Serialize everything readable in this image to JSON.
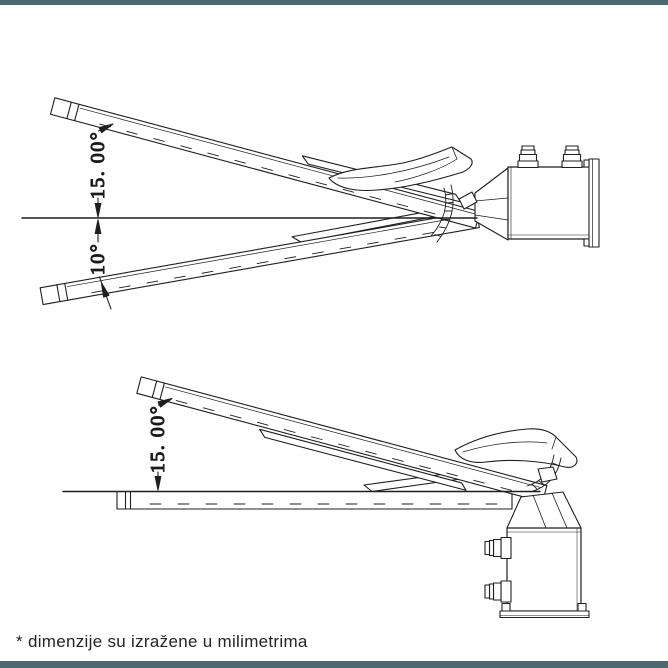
{
  "page": {
    "background_color": "#ffffff",
    "accent_bar_color": "#4c6972",
    "line_color": "#1f1f1f"
  },
  "footnote": {
    "text": "* dimenzije su izražene u milimetrima"
  },
  "top_view": {
    "upper_arm_angle": "15. 00°",
    "lower_arm_angle": "10°"
  },
  "bottom_view": {
    "arm_angle": "15. 00°"
  }
}
